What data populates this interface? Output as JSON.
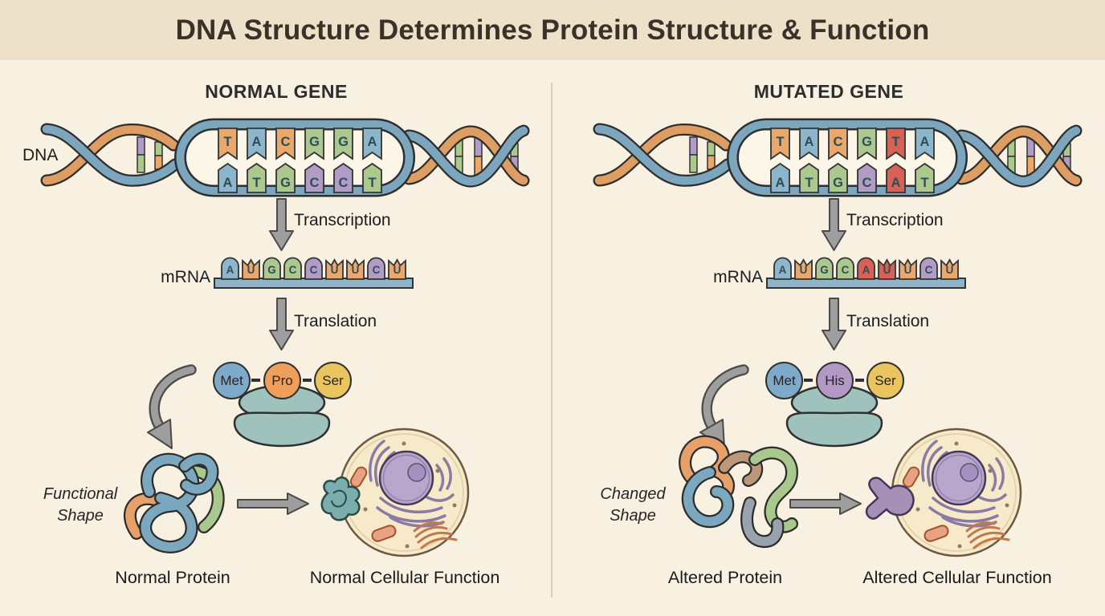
{
  "title": "DNA Structure Determines Protein Structure & Function",
  "mutation_color": "#d96055",
  "panels": [
    {
      "header": "NORMAL GENE",
      "dna_label": "DNA",
      "transcription_label": "Transcription",
      "mrna_label": "mRNA",
      "translation_label": "Translation",
      "dna_top": [
        {
          "base": "T",
          "color": "#eca76b"
        },
        {
          "base": "A",
          "color": "#8cb6cd"
        },
        {
          "base": "C",
          "color": "#eca76b"
        },
        {
          "base": "G",
          "color": "#abc98c"
        },
        {
          "base": "G",
          "color": "#abc98c"
        },
        {
          "base": "A",
          "color": "#8cb6cd"
        }
      ],
      "dna_bottom": [
        {
          "base": "A",
          "color": "#8cb6cd"
        },
        {
          "base": "T",
          "color": "#abc98c"
        },
        {
          "base": "G",
          "color": "#abc98c"
        },
        {
          "base": "C",
          "color": "#b19cc7"
        },
        {
          "base": "C",
          "color": "#b19cc7"
        },
        {
          "base": "T",
          "color": "#abc98c"
        }
      ],
      "mrna": [
        {
          "base": "A",
          "color": "#8cb6cd",
          "shape": "round"
        },
        {
          "base": "U",
          "color": "#eca76b",
          "shape": "notch"
        },
        {
          "base": "G",
          "color": "#abc98c",
          "shape": "round"
        },
        {
          "base": "C",
          "color": "#abc98c",
          "shape": "round"
        },
        {
          "base": "C",
          "color": "#b19cc7",
          "shape": "round"
        },
        {
          "base": "U",
          "color": "#eca76b",
          "shape": "notch"
        },
        {
          "base": "U",
          "color": "#eca76b",
          "shape": "notch"
        },
        {
          "base": "C",
          "color": "#b19cc7",
          "shape": "round"
        },
        {
          "base": "U",
          "color": "#eca76b",
          "shape": "notch"
        }
      ],
      "amino_acids": [
        {
          "label": "Met",
          "color": "#7fa9c9"
        },
        {
          "label": "Pro",
          "color": "#ef9f5a"
        },
        {
          "label": "Ser",
          "color": "#e9c45f"
        }
      ],
      "shape_caption_line1": "Functional",
      "shape_caption_line2": "Shape",
      "protein_caption": "Normal Protein",
      "cell_caption": "Normal Cellular Function"
    },
    {
      "header": "MUTATED GENE",
      "dna_label": "",
      "transcription_label": "Transcription",
      "mrna_label": "mRNA",
      "translation_label": "Translation",
      "dna_top": [
        {
          "base": "T",
          "color": "#eca76b"
        },
        {
          "base": "A",
          "color": "#8cb6cd"
        },
        {
          "base": "C",
          "color": "#eca76b"
        },
        {
          "base": "G",
          "color": "#abc98c"
        },
        {
          "base": "T",
          "color": "#d96055"
        },
        {
          "base": "A",
          "color": "#8cb6cd"
        }
      ],
      "dna_bottom": [
        {
          "base": "A",
          "color": "#8cb6cd"
        },
        {
          "base": "T",
          "color": "#abc98c"
        },
        {
          "base": "G",
          "color": "#abc98c"
        },
        {
          "base": "C",
          "color": "#b19cc7"
        },
        {
          "base": "A",
          "color": "#d96055"
        },
        {
          "base": "T",
          "color": "#abc98c"
        }
      ],
      "mrna": [
        {
          "base": "A",
          "color": "#8cb6cd",
          "shape": "round"
        },
        {
          "base": "U",
          "color": "#eca76b",
          "shape": "notch"
        },
        {
          "base": "G",
          "color": "#abc98c",
          "shape": "round"
        },
        {
          "base": "C",
          "color": "#abc98c",
          "shape": "round"
        },
        {
          "base": "A",
          "color": "#d96055",
          "shape": "round"
        },
        {
          "base": "U",
          "color": "#d96055",
          "shape": "notch"
        },
        {
          "base": "U",
          "color": "#eca76b",
          "shape": "notch"
        },
        {
          "base": "C",
          "color": "#b19cc7",
          "shape": "round"
        },
        {
          "base": "U",
          "color": "#eca76b",
          "shape": "notch"
        }
      ],
      "amino_acids": [
        {
          "label": "Met",
          "color": "#7fa9c9"
        },
        {
          "label": "His",
          "color": "#b398c4"
        },
        {
          "label": "Ser",
          "color": "#e9c45f"
        }
      ],
      "shape_caption_line1": "Changed",
      "shape_caption_line2": "Shape",
      "protein_caption": "Altered Protein",
      "cell_caption": "Altered Cellular Function"
    }
  ]
}
